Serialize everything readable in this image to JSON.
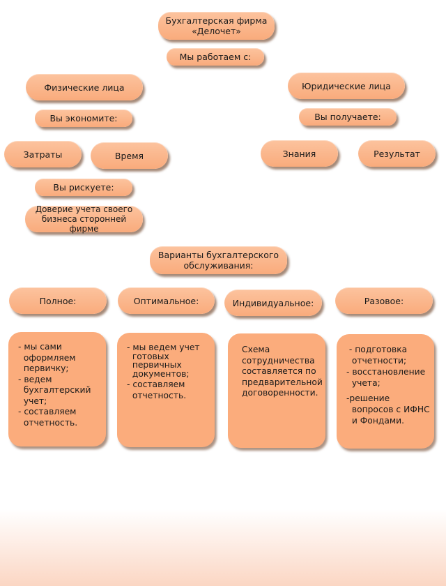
{
  "title_line1": "Бухгалтерская фирма",
  "title_line2": "«Делочет»",
  "we_work_with": "Мы работаем с:",
  "individuals": "Физические лица",
  "legal_entities": "Юридические лица",
  "you_save": "Вы экономите:",
  "you_get": "Вы получаете:",
  "costs": "Затраты",
  "time": "Время",
  "knowledge": "Знания",
  "result": "Результат",
  "you_risk": "Вы рискуете:",
  "trust_line1": "Доверие учета своего",
  "trust_line2": "бизнеса сторонней фирме",
  "variants_line1": "Варианты бухгалтерского",
  "variants_line2": "обслуживания:",
  "service_types": [
    "Полное:",
    "Оптимальное:",
    "Индивидуальное:",
    "Разовое:"
  ],
  "cards": [
    [
      "- мы сами",
      "  оформляем",
      "  первичку;",
      "- ведем",
      "  бухгалтерский",
      "  учет;",
      "- составляем",
      "  отчетность."
    ],
    [
      "- мы ведем учет",
      "  готовых",
      "  первичных",
      "  документов;",
      "- составляем",
      "  отчетность."
    ],
    [
      "Схема",
      "сотрудничества",
      "составляется по",
      "предварительной",
      "договоренности."
    ],
    [
      " - подготовка",
      "  отчетности;",
      "- восстановление",
      "  учета;",
      "-решение",
      "  вопросов с ИФНС",
      "  и Фондами."
    ]
  ]
}
